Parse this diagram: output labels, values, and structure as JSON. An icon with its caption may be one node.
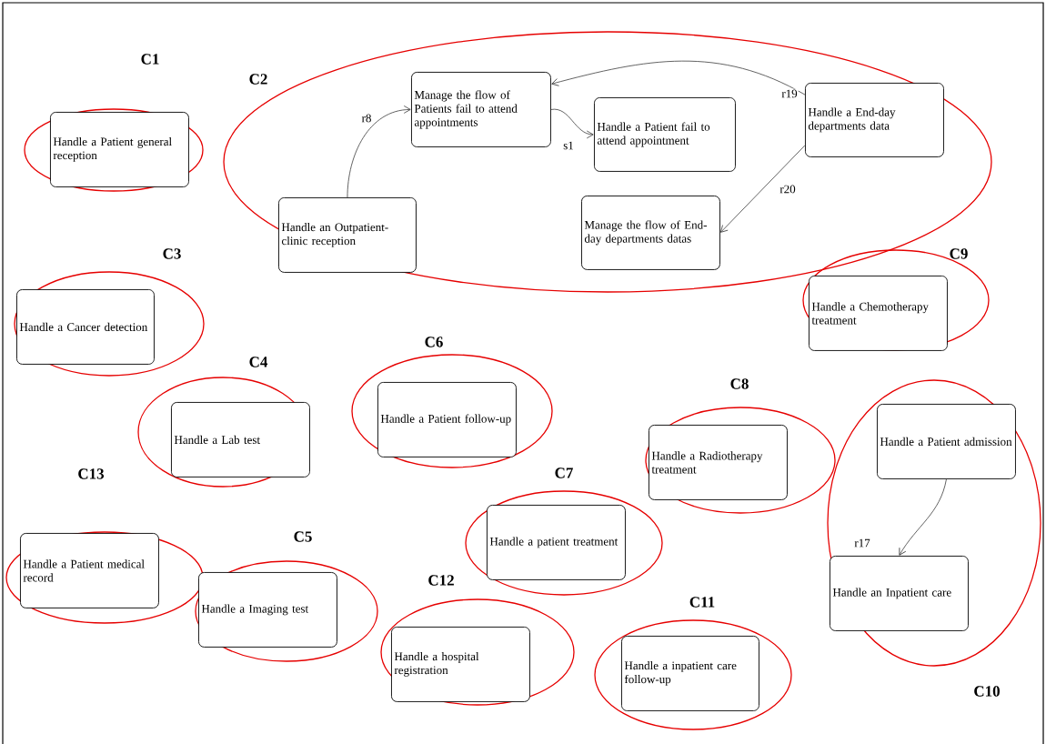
{
  "diagram": {
    "nodes": [
      {
        "text": [
          "C1"
        ]
      },
      {
        "text": [
          "Handle a Patient general reception"
        ],
        "in": 0
      },
      {
        "text": [
          "C2"
        ]
      },
      {
        "text": [
          "Manage the flow of Patients fail to attend appointments"
        ],
        "in": 2
      },
      {
        "text": [
          "Handle a Patient fail to attend appointment"
        ],
        "in": 2
      },
      {
        "text": [
          "Handle a End-day departments data"
        ],
        "in": 2
      },
      {
        "text": [
          "Handle an Outpatient-clinic reception"
        ],
        "in": 2
      },
      {
        "text": [
          "Manage the flow of End-day departments datas"
        ],
        "in": 2
      },
      {
        "text": [
          "C3"
        ]
      },
      {
        "text": [
          "Handle a Cancer detection"
        ],
        "in": 8
      },
      {
        "text": [
          "C9"
        ]
      },
      {
        "text": [
          "Handle a Chemotherapy treatment"
        ],
        "in": 10
      },
      {
        "text": [
          "C6"
        ]
      },
      {
        "text": [
          "Handle a Patient follow-up"
        ],
        "in": 12
      },
      {
        "text": [
          "C4"
        ]
      },
      {
        "text": [
          "Handle a Lab test"
        ],
        "in": 14
      },
      {
        "text": [
          "C8"
        ]
      },
      {
        "text": [
          "Handle a Radiotherapy treatment"
        ],
        "in": 16
      },
      {
        "text": [
          "C10"
        ]
      },
      {
        "text": [
          "Handle a Patient admission"
        ],
        "in": 18
      },
      {
        "text": [
          "Handle an Inpatient care"
        ],
        "in": 18
      },
      {
        "text": [
          "C13"
        ]
      },
      {
        "text": [
          "Handle a Patient medical record"
        ],
        "in": 21
      },
      {
        "text": [
          "C7"
        ]
      },
      {
        "text": [
          "Handle a patient treatment"
        ],
        "in": 23
      },
      {
        "text": [
          "C5"
        ]
      },
      {
        "text": [
          "Handle a Imaging test"
        ],
        "in": 25
      },
      {
        "text": [
          "C12"
        ]
      },
      {
        "text": [
          "Handle a hospital registration"
        ],
        "in": 27
      },
      {
        "text": [
          "C11"
        ]
      },
      {
        "text": [
          "Handle a inpatient care follow-up"
        ],
        "in": 29
      }
    ],
    "edges": [
      {
        "from": 6,
        "to": 3,
        "arrow": "to",
        "label": "r8"
      },
      {
        "from": 3,
        "to": 4,
        "arrow": "to",
        "label": "s1"
      },
      {
        "from": 5,
        "to": 3,
        "arrow": "to",
        "label": "r19"
      },
      {
        "from": 5,
        "to": 7,
        "arrow": "to",
        "label": "r20"
      },
      {
        "from": 19,
        "to": 20,
        "arrow": "to",
        "label": "r17"
      }
    ]
  }
}
